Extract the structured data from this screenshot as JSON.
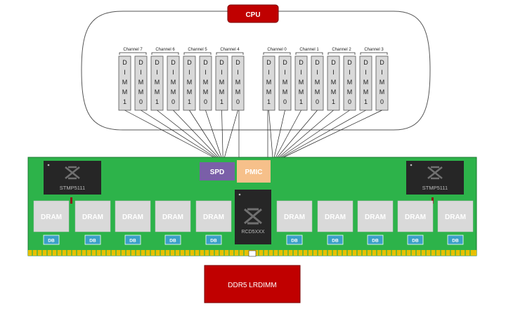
{
  "cpu": {
    "label": "CPU"
  },
  "channels_left": [
    {
      "label": "Channel 7",
      "dimms": [
        "DIMM1",
        "DIMM0"
      ]
    },
    {
      "label": "Channel 6",
      "dimms": [
        "DIMM1",
        "DIMM0"
      ]
    },
    {
      "label": "Channel 5",
      "dimms": [
        "DIMM1",
        "DIMM0"
      ]
    },
    {
      "label": "Channel 4",
      "dimms": [
        "DIMM1",
        "DIMM0"
      ]
    }
  ],
  "channels_right": [
    {
      "label": "Channel 0",
      "dimms": [
        "DIMM1",
        "DIMM0"
      ]
    },
    {
      "label": "Channel 1",
      "dimms": [
        "DIMM1",
        "DIMM0"
      ]
    },
    {
      "label": "Channel 2",
      "dimms": [
        "DIMM1",
        "DIMM0"
      ]
    },
    {
      "label": "Channel 3",
      "dimms": [
        "DIMM1",
        "DIMM0"
      ]
    }
  ],
  "module": {
    "spd_label": "SPD",
    "pmic_label": "PMIC",
    "temp_sensor_left": "STMP5111",
    "temp_sensor_right": "STMP5111",
    "rcd_label": "RCD5XXX",
    "dram_left": [
      "DRAM",
      "DRAM",
      "DRAM",
      "DRAM",
      "DRAM"
    ],
    "dram_right": [
      "DRAM",
      "DRAM",
      "DRAM",
      "DRAM",
      "DRAM"
    ],
    "db_left": [
      "DB",
      "DB",
      "DB",
      "DB",
      "DB"
    ],
    "db_right": [
      "DB",
      "DB",
      "DB",
      "DB",
      "DB"
    ]
  },
  "caption": "DDR5 LRDIMM",
  "colors": {
    "cpu_red": "#c00000",
    "pcb_green": "#2db34a",
    "spd_purple": "#7a5fa8",
    "pmic_orange": "#f6c08a",
    "dram_gray": "#d9d9d9",
    "db_blue": "#3aa0c8",
    "chip_dark": "#262626",
    "gold": "#e8c000"
  }
}
